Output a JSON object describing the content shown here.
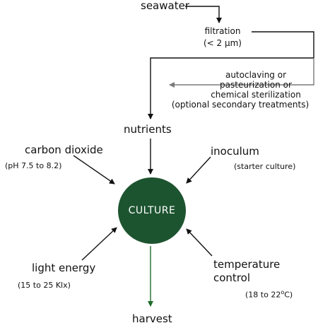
{
  "colors": {
    "culture": "#1d5430",
    "arrow_dark": "#111111",
    "arrow_gray": "#7a7a7a",
    "arrow_green": "#1e6b2a"
  },
  "nodes": {
    "seawater": "seawater",
    "filtration_line1": "filtration",
    "filtration_line2": "(< 2 μm)",
    "secondary_line1": "autoclaving or",
    "secondary_line2": "pasteurization or",
    "secondary_line3": "chemical sterilization",
    "secondary_line4": "(optional secondary treatments)",
    "nutrients": "nutrients",
    "carbon_dioxide": "carbon dioxide",
    "carbon_dioxide_note": "(pH 7.5 to 8.2)",
    "inoculum": "inoculum",
    "inoculum_note": "(starter culture)",
    "culture": "CULTURE",
    "light_energy": "light energy",
    "light_energy_note": "(15 to 25 Klx)",
    "temperature_line1": "temperature",
    "temperature_line2": "control",
    "temperature_note_prefix": "(18 to 22",
    "temperature_note_degree": "o",
    "temperature_note_suffix": "C)",
    "harvest": "harvest"
  }
}
